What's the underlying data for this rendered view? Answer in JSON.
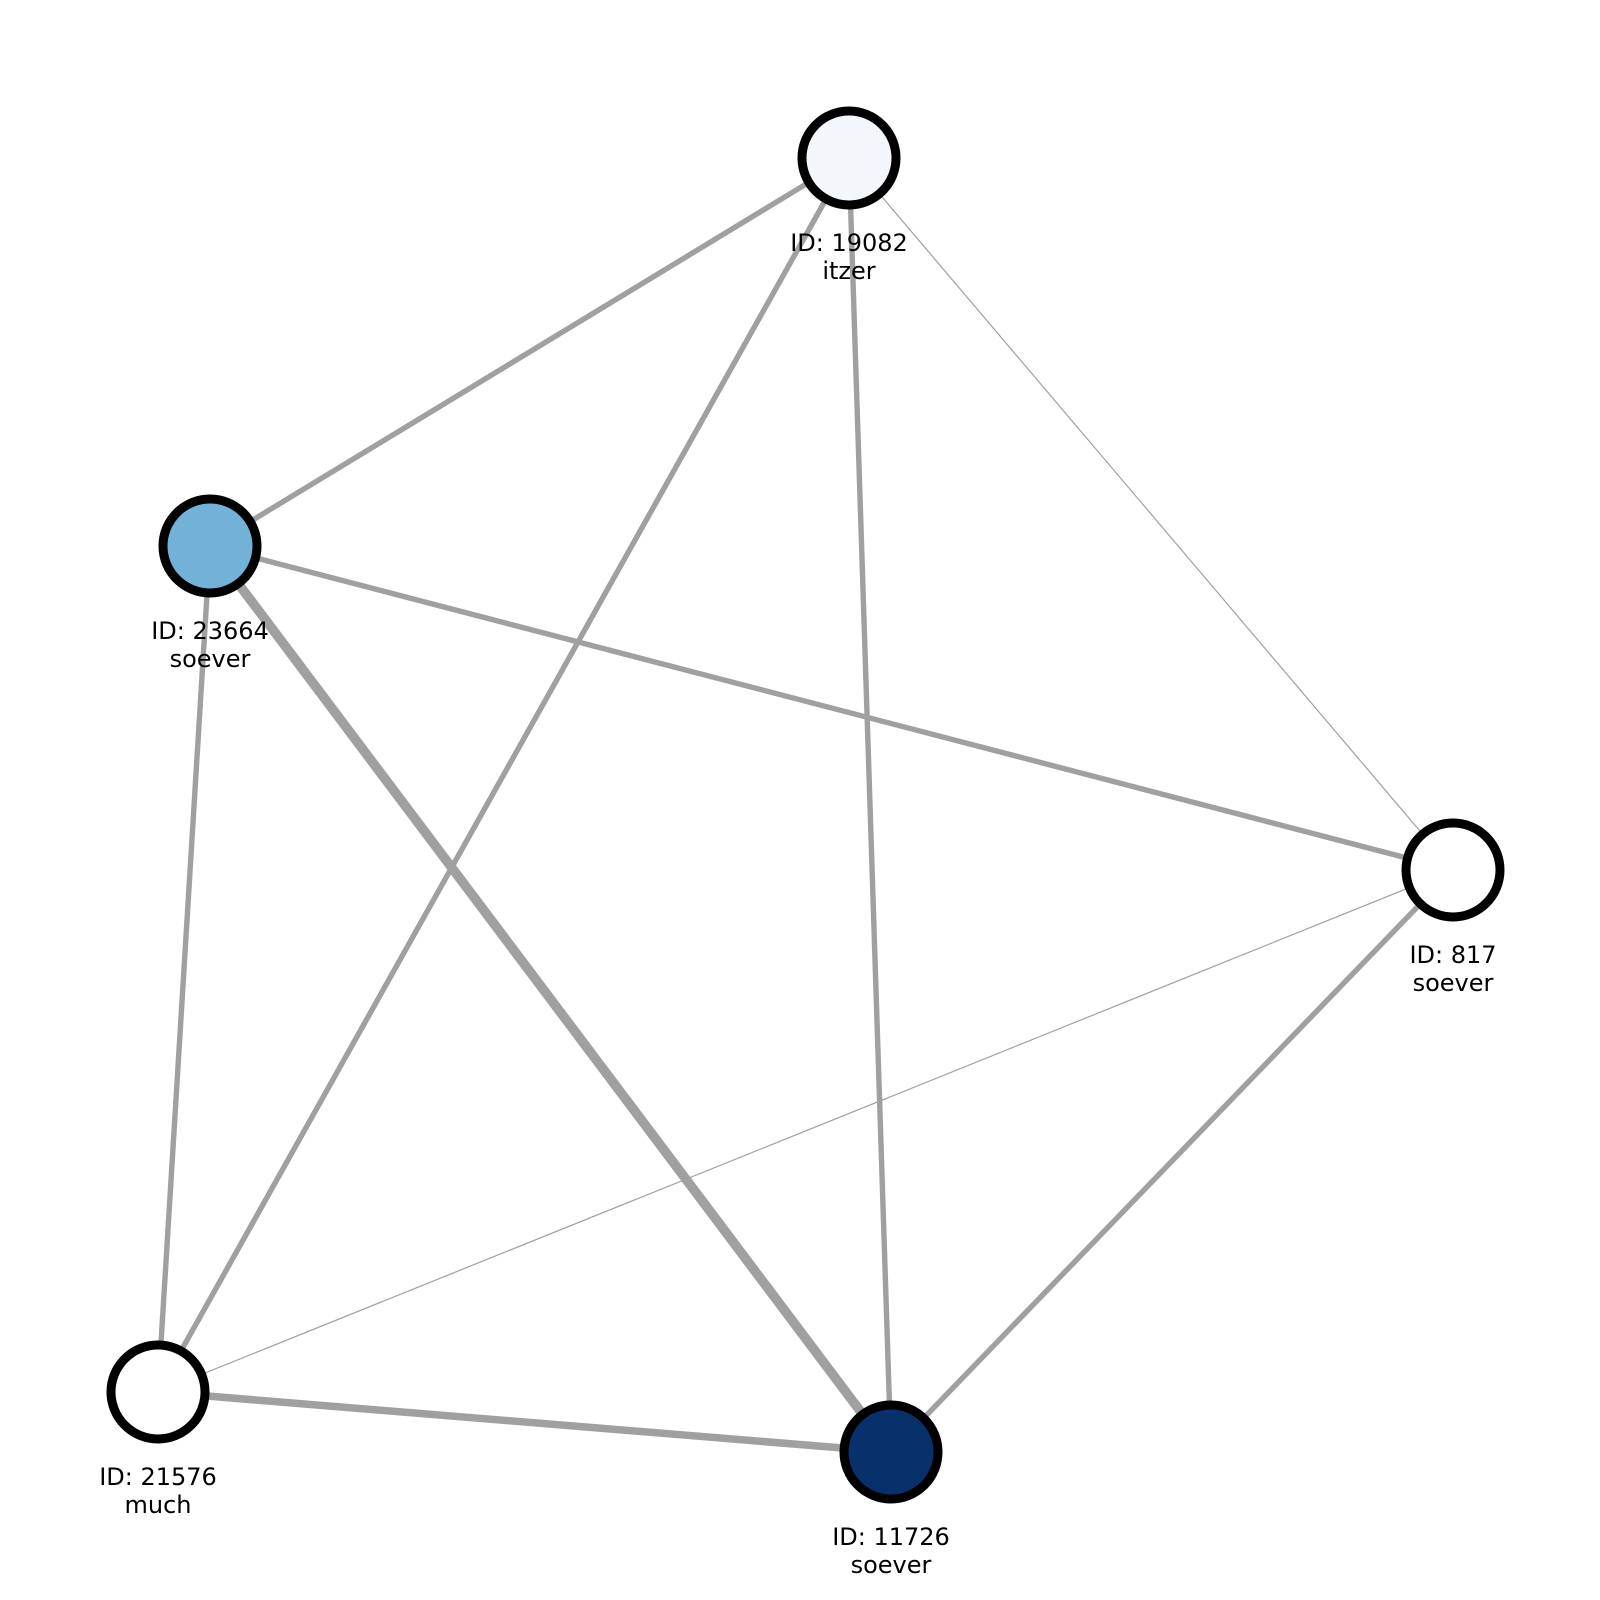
{
  "graph": {
    "nodes": [
      {
        "id": "19082",
        "id_label": "ID: 19082",
        "name": "itzer",
        "fill": "#f3f7fc"
      },
      {
        "id": "23664",
        "id_label": "ID: 23664",
        "name": "soever",
        "fill": "#73b2d8"
      },
      {
        "id": "817",
        "id_label": "ID: 817",
        "name": "soever",
        "fill": "#ffffff"
      },
      {
        "id": "21576",
        "id_label": "ID: 21576",
        "name": "much",
        "fill": "#ffffff"
      },
      {
        "id": "11726",
        "id_label": "ID: 11726",
        "name": "soever",
        "fill": "#08306b"
      }
    ],
    "edges": [
      {
        "source": "19082",
        "target": "23664",
        "weight": 3
      },
      {
        "source": "19082",
        "target": "21576",
        "weight": 3
      },
      {
        "source": "19082",
        "target": "11726",
        "weight": 3
      },
      {
        "source": "19082",
        "target": "817",
        "weight": 1
      },
      {
        "source": "23664",
        "target": "817",
        "weight": 3
      },
      {
        "source": "23664",
        "target": "21576",
        "weight": 3
      },
      {
        "source": "23664",
        "target": "11726",
        "weight": 5
      },
      {
        "source": "817",
        "target": "21576",
        "weight": 1
      },
      {
        "source": "817",
        "target": "11726",
        "weight": 3
      },
      {
        "source": "21576",
        "target": "11726",
        "weight": 4
      }
    ],
    "edge_color": "#a0a0a0",
    "node_border_color": "#000000"
  }
}
